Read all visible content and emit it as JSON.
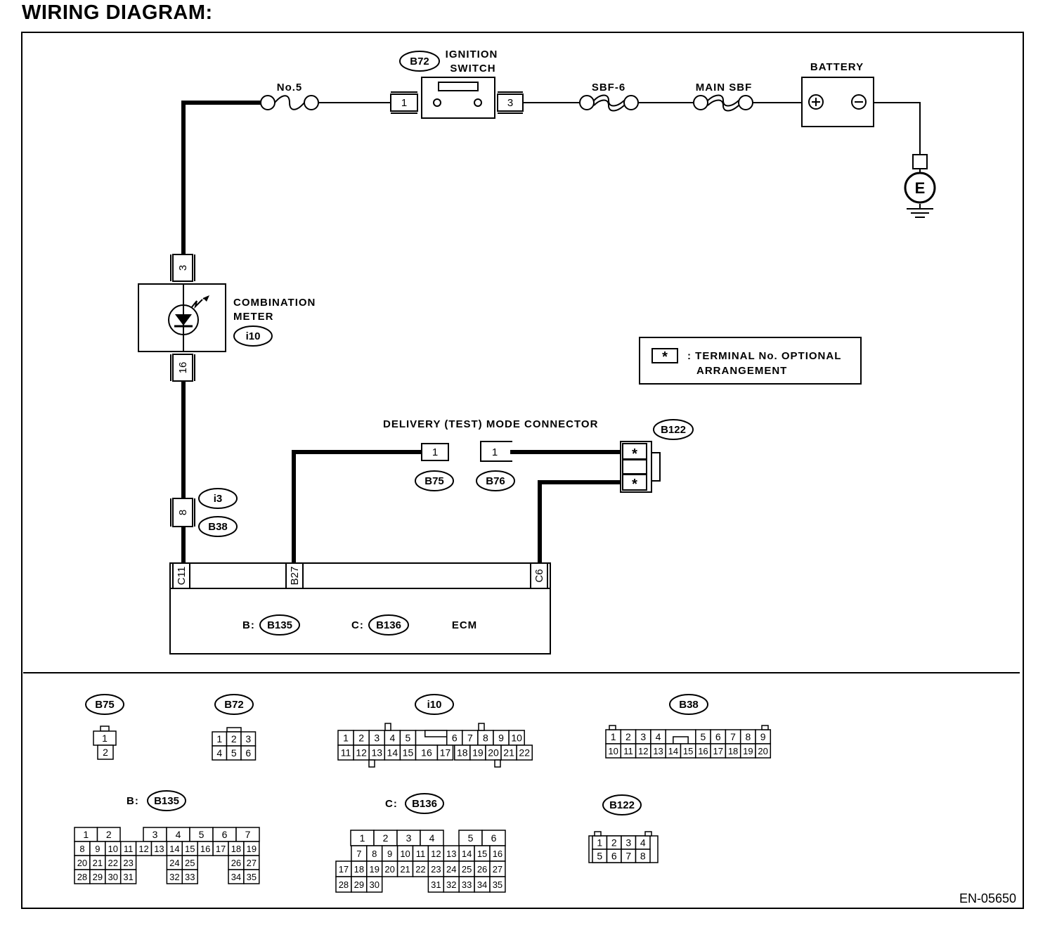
{
  "title": "WIRING DIAGRAM:",
  "figure_code": "EN-05650",
  "components": {
    "fuse_no5": "No.5",
    "ignition_switch": [
      "IGNITION",
      "SWITCH"
    ],
    "ignition_connector": "B72",
    "sbf6": "SBF-6",
    "main_sbf": "MAIN SBF",
    "battery": "BATTERY",
    "battery_plus": "+",
    "battery_minus": "−",
    "ground": "E",
    "combination_meter": [
      "COMBINATION",
      "METER"
    ],
    "combination_meter_connector": "i10",
    "delivery_connector": "DELIVERY (TEST) MODE CONNECTOR",
    "b122": "B122",
    "b75": "B75",
    "b76": "B76",
    "i3": "i3",
    "b38": "B38",
    "ecm": "ECM",
    "ecm_b_prefix": "B:",
    "ecm_b": "B135",
    "ecm_c_prefix": "C:",
    "ecm_c": "B136"
  },
  "pins": {
    "ign_in": "1",
    "ign_out": "3",
    "meter_top": "3",
    "meter_bottom": "16",
    "i3_b38": "8",
    "b75": "1",
    "b76": "1",
    "b122_top": "*",
    "b122_bottom": "*",
    "ecm_c11": "C11",
    "ecm_b27": "B27",
    "ecm_c6": "C6"
  },
  "legend": {
    "symbol": "*",
    "text": [
      ": TERMINAL No. OPTIONAL",
      "ARRANGEMENT"
    ]
  },
  "connector_views": {
    "b75": {
      "label": "B75",
      "pins": [
        "1",
        "2"
      ]
    },
    "b72": {
      "label": "B72",
      "rows": [
        [
          "1",
          "2",
          "3"
        ],
        [
          "4",
          "5",
          "6"
        ]
      ]
    },
    "i10": {
      "label": "i10",
      "rows": [
        [
          "1",
          "2",
          "3",
          "4",
          "5",
          "",
          "6",
          "7",
          "8",
          "9",
          "10"
        ],
        [
          "11",
          "12",
          "13",
          "14",
          "15",
          "16",
          "17",
          "18",
          "19",
          "20",
          "21",
          "22"
        ]
      ]
    },
    "b38": {
      "label": "B38",
      "rows": [
        [
          "1",
          "2",
          "3",
          "4",
          "",
          "5",
          "6",
          "7",
          "8",
          "9"
        ],
        [
          "10",
          "11",
          "12",
          "13",
          "14",
          "15",
          "16",
          "17",
          "18",
          "19",
          "20"
        ]
      ]
    },
    "b135": {
      "prefix": "B:",
      "label": "B135",
      "rows": [
        [
          "1",
          "2",
          "",
          "3",
          "4",
          "5",
          "6",
          "7"
        ],
        [
          "8",
          "9",
          "10",
          "11",
          "12",
          "13",
          "14",
          "15",
          "16",
          "17",
          "18",
          "19"
        ],
        [
          "20",
          "21",
          "22",
          "23",
          "24",
          "25",
          "26",
          "27"
        ],
        [
          "28",
          "29",
          "30",
          "31",
          "32",
          "33",
          "34",
          "35"
        ]
      ]
    },
    "b136": {
      "prefix": "C:",
      "label": "B136",
      "rows": [
        [
          "1",
          "2",
          "3",
          "4",
          "5",
          "6"
        ],
        [
          "7",
          "8",
          "9",
          "10",
          "11",
          "12",
          "13",
          "14",
          "15",
          "16"
        ],
        [
          "17",
          "18",
          "19",
          "20",
          "21",
          "22",
          "23",
          "24",
          "25",
          "26",
          "27"
        ],
        [
          "28",
          "29",
          "30",
          "31",
          "32",
          "33",
          "34",
          "35"
        ]
      ]
    },
    "b122": {
      "label": "B122",
      "rows": [
        [
          "1",
          "2",
          "3",
          "4"
        ],
        [
          "5",
          "6",
          "7",
          "8"
        ]
      ]
    }
  }
}
